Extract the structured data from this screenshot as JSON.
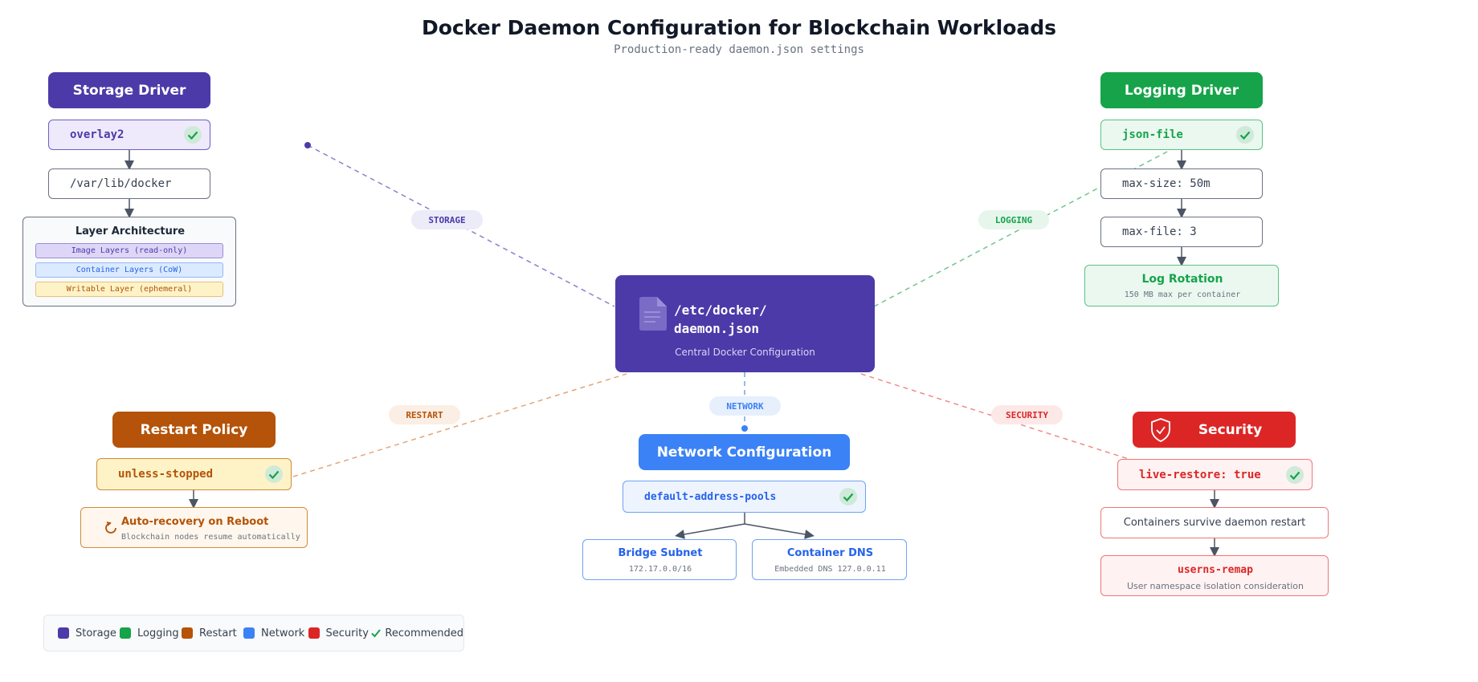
{
  "title": "Docker Daemon Configuration for Blockchain Workloads",
  "subtitle": "Production-ready daemon.json settings",
  "colors": {
    "storage": "#4c3aa8",
    "logging": "#16a34a",
    "restart": "#b45309",
    "network": "#3b82f6",
    "security": "#dc2626"
  },
  "center": {
    "path_line1": "/etc/docker/",
    "path_line2": "daemon.json",
    "caption": "Central Docker Configuration",
    "icon": "file-document-icon"
  },
  "connectors": {
    "storage": "STORAGE",
    "logging": "LOGGING",
    "restart": "RESTART",
    "network": "NETWORK",
    "security": "SECURITY"
  },
  "storage": {
    "header": "Storage Driver",
    "value": "overlay2",
    "path": "/var/lib/docker",
    "layers_title": "Layer Architecture",
    "layers": [
      "Image Layers (read-only)",
      "Container Layers (CoW)",
      "Writable Layer (ephemeral)"
    ]
  },
  "logging": {
    "header": "Logging Driver",
    "value": "json-file",
    "max_size": "max-size: 50m",
    "max_file": "max-file: 3",
    "rotation_title": "Log Rotation",
    "rotation_detail": "150 MB max per container"
  },
  "restart": {
    "header": "Restart Policy",
    "value": "unless-stopped",
    "recovery_title": "Auto-recovery on Reboot",
    "recovery_detail": "Blockchain nodes resume automatically"
  },
  "network": {
    "header": "Network Configuration",
    "value": "default-address-pools",
    "bridge_title": "Bridge Subnet",
    "bridge_detail": "172.17.0.0/16",
    "dns_title": "Container DNS",
    "dns_detail": "Embedded DNS 127.0.0.11"
  },
  "security": {
    "header": "Security",
    "value": "live-restore: true",
    "survive": "Containers survive daemon restart",
    "userns_title": "userns-remap",
    "userns_detail": "User namespace isolation consideration"
  },
  "legend": {
    "storage": "Storage",
    "logging": "Logging",
    "restart": "Restart",
    "network": "Network",
    "security": "Security",
    "recommended": "Recommended"
  }
}
